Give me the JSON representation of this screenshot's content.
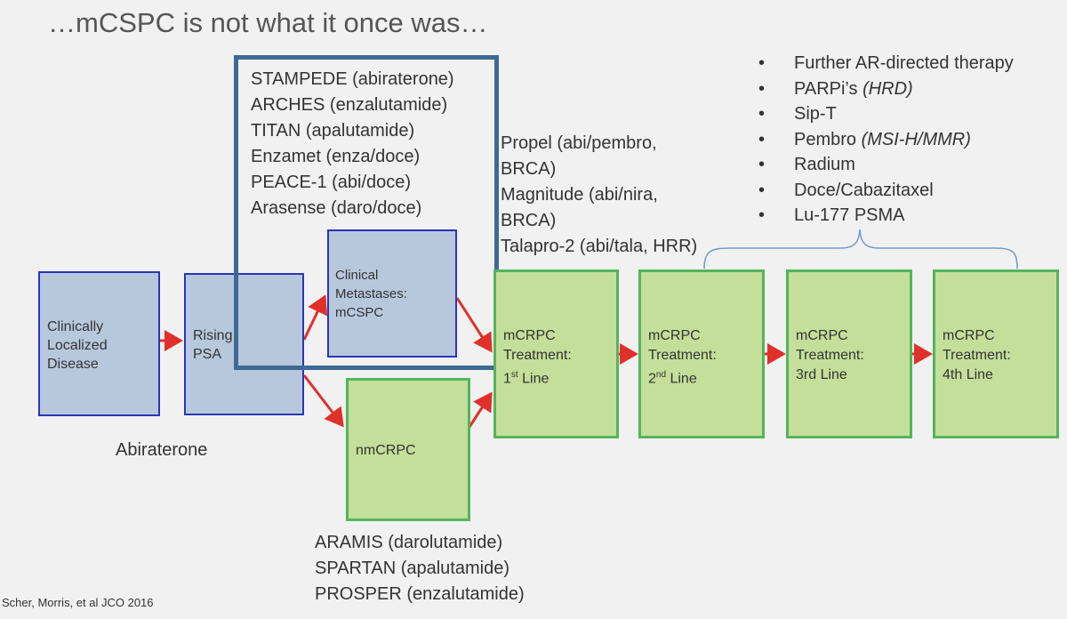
{
  "title": "…mCSPC is not what it once was…",
  "boxes": {
    "localized": [
      "Clinically",
      "Localized",
      "Disease"
    ],
    "rising": [
      "Rising",
      "PSA"
    ],
    "mcspc": [
      "Clinical",
      "Metastases:",
      "mCSPC"
    ],
    "nmcrpc": "nmCRPC",
    "line1": {
      "l1": "mCRPC",
      "l2": "Treatment:",
      "l3_num": "1",
      "l3_sup": "st",
      "l3_rest": " Line"
    },
    "line2": {
      "l1": "mCRPC",
      "l2": "Treatment:",
      "l3_num": "2",
      "l3_sup": "nd",
      "l3_rest": " Line"
    },
    "line3": {
      "l1": "mCRPC",
      "l2": "Treatment:",
      "l3": "3rd Line"
    },
    "line4": {
      "l1": "mCRPC",
      "l2": "Treatment:",
      "l3": "4th Line"
    }
  },
  "mcspc_trials": [
    "STAMPEDE (abiraterone)",
    "ARCHES (enzalutamide)",
    "TITAN (apalutamide)",
    "Enzamet (enza/doce)",
    "PEACE-1 (abi/doce)",
    "Arasense (daro/doce)"
  ],
  "first_line_trials": [
    "Propel (abi/pembro,",
    "BRCA)",
    "Magnitude (abi/nira,",
    "BRCA)",
    "Talapro-2 (abi/tala, HRR)"
  ],
  "later_therapies": [
    {
      "text": "Further AR-directed therapy",
      "italic": ""
    },
    {
      "text": "PARPi’s ",
      "italic": "(HRD)"
    },
    {
      "text": "Sip-T",
      "italic": ""
    },
    {
      "text": "Pembro ",
      "italic": "(MSI-H/MMR)"
    },
    {
      "text": "Radium",
      "italic": ""
    },
    {
      "text": "Doce/Cabazitaxel",
      "italic": ""
    },
    {
      "text": "Lu-177 PSMA",
      "italic": ""
    }
  ],
  "bullet_glyph": "•",
  "abiraterone_label": "Abiraterone",
  "nmcrpc_trials": [
    "ARAMIS (darolutamide)",
    "SPARTAN (apalutamide)",
    "PROSPER (enzalutamide)"
  ],
  "citation": "Scher, Morris, et al JCO 2016",
  "colors": {
    "blue_box_fill": "#b7c8dc",
    "blue_box_border": "#2a35b8",
    "green_box_fill": "#c3df9a",
    "green_box_border": "#55b45c",
    "frame": "#3d6a94",
    "arrow": "#e0302a",
    "bracket": "#6f9bd3"
  }
}
